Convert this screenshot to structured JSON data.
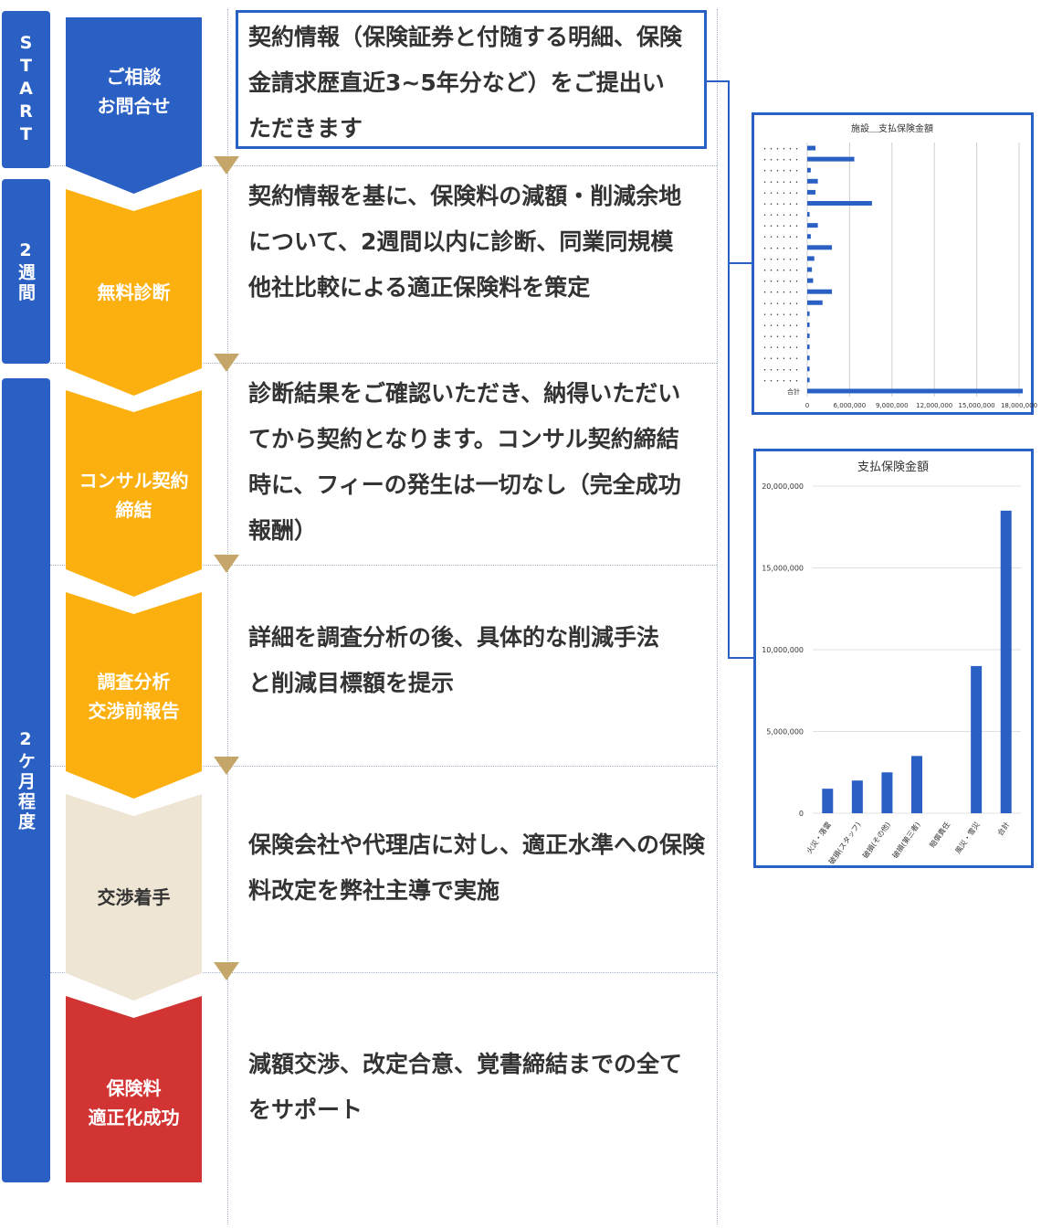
{
  "phases": {
    "start": "START",
    "two_weeks": "2週間",
    "two_months": "2ケ月程度"
  },
  "steps": [
    {
      "label_1": "ご相談",
      "label_2": "お問合せ",
      "desc": "契約情報（保険証券と付随する明細、保険金請求歴直近3~5年分など）をご提出いただきます",
      "color": "#2a5fc4"
    },
    {
      "label_1": "無料診断",
      "desc": "契約情報を基に、保険料の減額・削減余地について、2週間以内に診断、同業同規模他社比較による適正保険料を策定",
      "color": "#fcb010"
    },
    {
      "label_1": "コンサル契約",
      "label_2": "締結",
      "desc": "診断結果をご確認いただき、納得いただいてから契約となります。コンサル契約締結時に、フィーの発生は一切なし（完全成功報酬）",
      "color": "#fcb010"
    },
    {
      "label_1": "調査分析",
      "label_2": "交渉前報告",
      "desc": "詳細を調査分析の後、具体的な削減手法と削減目標額を提示",
      "color": "#fcb010"
    },
    {
      "label_1": "交渉着手",
      "desc": "保険会社や代理店に対し、適正水準への保険料改定を弊社主導で実施",
      "color": "#efe5d4"
    },
    {
      "label_1": "保険料",
      "label_2": "適正化成功",
      "desc": "減額交渉、改定合意、覚書締結までの全てをサポート",
      "color": "#d23333"
    }
  ],
  "chart_data": [
    {
      "type": "bar",
      "orientation": "horizontal",
      "title": "施設＿支払保険金額",
      "categories": [
        "・・・・・・",
        "・・・・・・",
        "・・・・・・",
        "・・・・・・",
        "・・・・・・",
        "・・・・・・",
        "・・・・・・",
        "・・・・・・",
        "・・・・・・",
        "・・・・・・",
        "・・・・・・",
        "・・・・・・",
        "・・・・・・",
        "・・・・・・",
        "・・・・・・",
        "・・・・・・",
        "・・・・・・",
        "・・・・・・",
        "・・・・・・",
        "・・・・・・",
        "・・・・・・",
        "・・・・・・",
        "合計"
      ],
      "values": [
        700000,
        4000000,
        300000,
        900000,
        700000,
        5500000,
        200000,
        900000,
        300000,
        2100000,
        600000,
        400000,
        500000,
        2100000,
        1300000,
        200000,
        200000,
        200000,
        200000,
        200000,
        200000,
        200000,
        18500000
      ],
      "tick_labels": [
        "0",
        "6,000,000",
        "9,000,000",
        "12,000,000",
        "15,000,000",
        "18,000,000"
      ],
      "xlim": [
        3000000,
        18000000
      ],
      "grid": true,
      "color": "#2a5fc4"
    },
    {
      "type": "bar",
      "title": "支払保険金額",
      "categories": [
        "火災・落雷",
        "破損(スタッフ)",
        "破損(その他)",
        "破損(第三者)",
        "賠償責任",
        "風災・雪災",
        "合計"
      ],
      "values": [
        1500000,
        2000000,
        2500000,
        3500000,
        0,
        9000000,
        18500000
      ],
      "ytick_labels": [
        "0",
        "5,000,000",
        "10,000,000",
        "15,000,000",
        "20,000,000"
      ],
      "ylim": [
        0,
        20000000
      ],
      "grid": true,
      "color": "#2a5fc4"
    }
  ]
}
